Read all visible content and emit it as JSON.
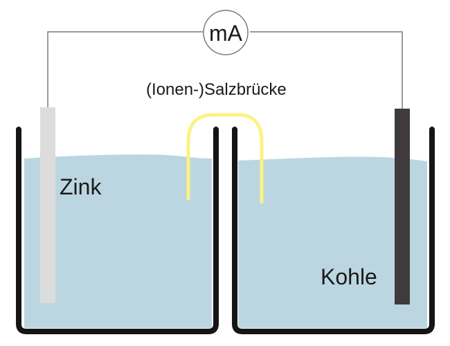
{
  "meter": {
    "label": "mA"
  },
  "bridge": {
    "label": "(Ionen-)Salzbrücke"
  },
  "electrodes": {
    "left_label": "Zink",
    "right_label": "Kohle"
  },
  "colors": {
    "electrolyte": "#bcd6e1",
    "beaker_wall": "#151515",
    "wire": "#7a7a7a",
    "zinc": "#dcdcdc",
    "carbon": "#3f3b3c",
    "salt_bridge": "#fbf283"
  }
}
